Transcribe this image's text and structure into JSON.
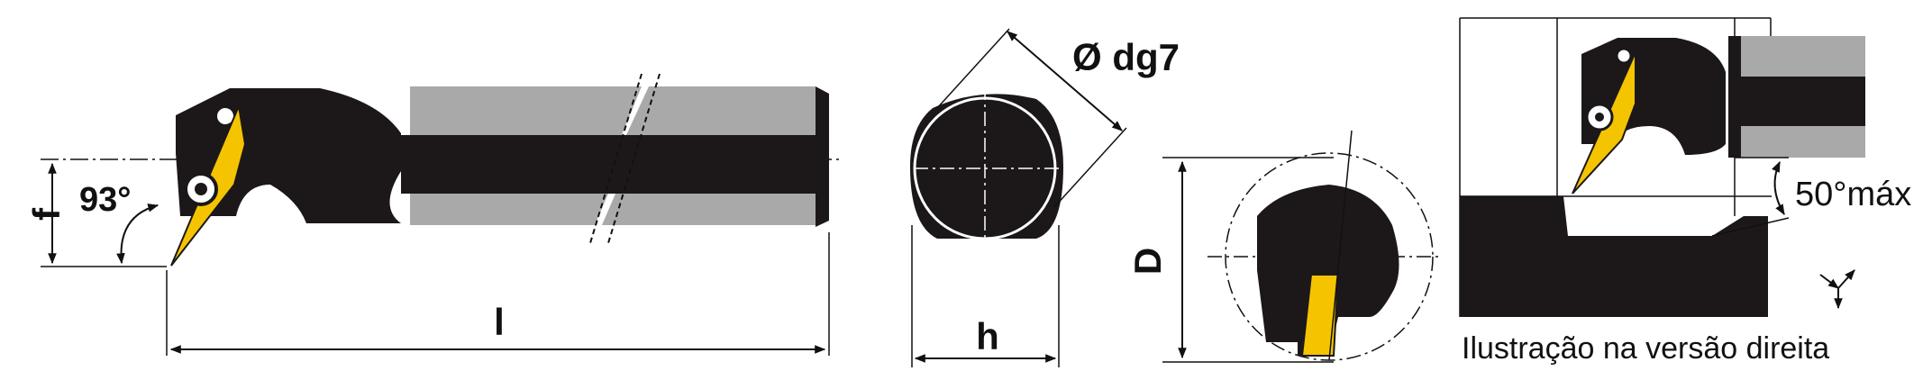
{
  "labels": {
    "f": "f",
    "angle_93": "93°",
    "l": "l",
    "dg7": "Ø dg7",
    "h": "h",
    "D": "D",
    "angle_50": "50°máx",
    "caption": "Ilustração na versão direita"
  },
  "colors": {
    "body": "#1c1819",
    "insert": "#f5c400",
    "steel": "#a9a9a9",
    "line": "#111111"
  }
}
